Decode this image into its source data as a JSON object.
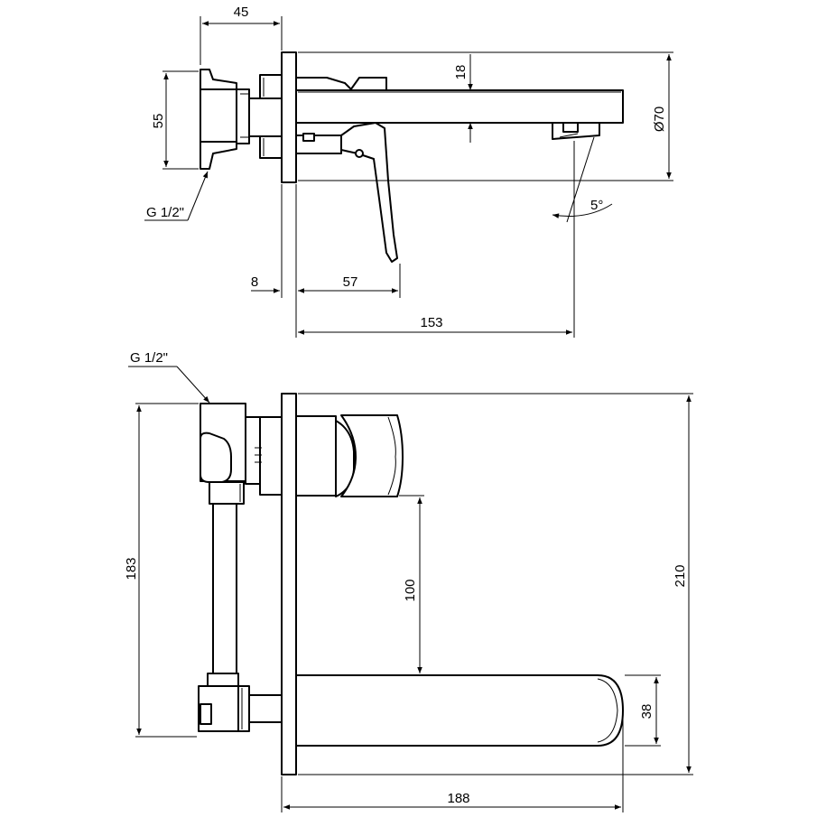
{
  "top_view": {
    "dims": {
      "d45": "45",
      "d18": "18",
      "d55": "55",
      "d70": "Ø70",
      "thread": "G 1/2\"",
      "angle": "5°",
      "d8": "8",
      "d57": "57",
      "d153": "153"
    }
  },
  "bottom_view": {
    "dims": {
      "thread": "G 1/2\"",
      "d183": "183",
      "d100": "100",
      "d210": "210",
      "d38": "38",
      "d188": "188"
    }
  }
}
